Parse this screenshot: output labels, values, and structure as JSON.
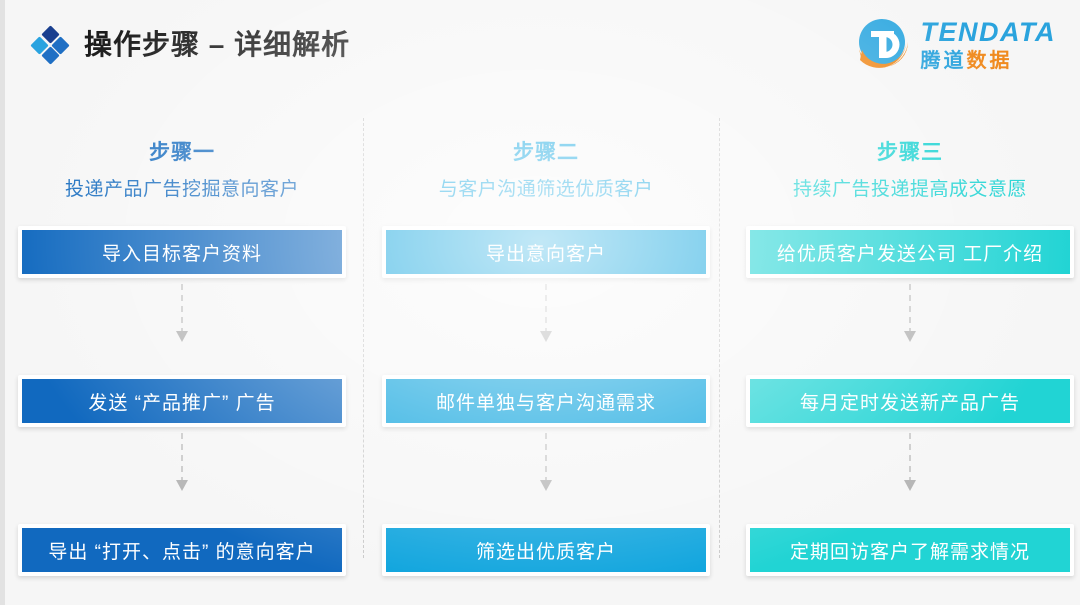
{
  "header": {
    "title": "操作步骤 – 详细解析",
    "icon": "diamond-cluster-icon",
    "logo": {
      "mark": "tendata-circle-d-logo",
      "english": "TENDATA",
      "chinese": [
        "腾",
        "道",
        "数",
        "据"
      ],
      "colors": {
        "blue": "#2aa3dd",
        "orange": "#f08a1e"
      }
    }
  },
  "theme": {
    "background": "#f6f6f6",
    "title_color": "#1c1c1c",
    "column_1_color": "#1169bf",
    "column_2_color": "#0ba3dd",
    "column_3_color": "#21d4d4",
    "connector_color": "#cccccc",
    "divider_color": "#c9c9c9"
  },
  "columns": [
    {
      "step_name": "步骤一",
      "step_desc": "投递产品广告挖掘意向客户",
      "accent": "#1169bf",
      "boxes": [
        "导入目标客户资料",
        "发送 “产品推广” 广告",
        "导出 “打开、点击” 的意向客户"
      ]
    },
    {
      "step_name": "步骤二",
      "step_desc": "与客户沟通筛选优质客户",
      "accent": "#0ba3dd",
      "boxes": [
        "导出意向客户",
        "邮件单独与客户沟通需求",
        "筛选出优质客户"
      ]
    },
    {
      "step_name": "步骤三",
      "step_desc": "持续广告投递提高成交意愿",
      "accent": "#21d4d4",
      "boxes": [
        "给优质客户发送公司 工厂介绍",
        "每月定时发送新产品广告",
        "定期回访客户了解需求情况"
      ]
    }
  ]
}
